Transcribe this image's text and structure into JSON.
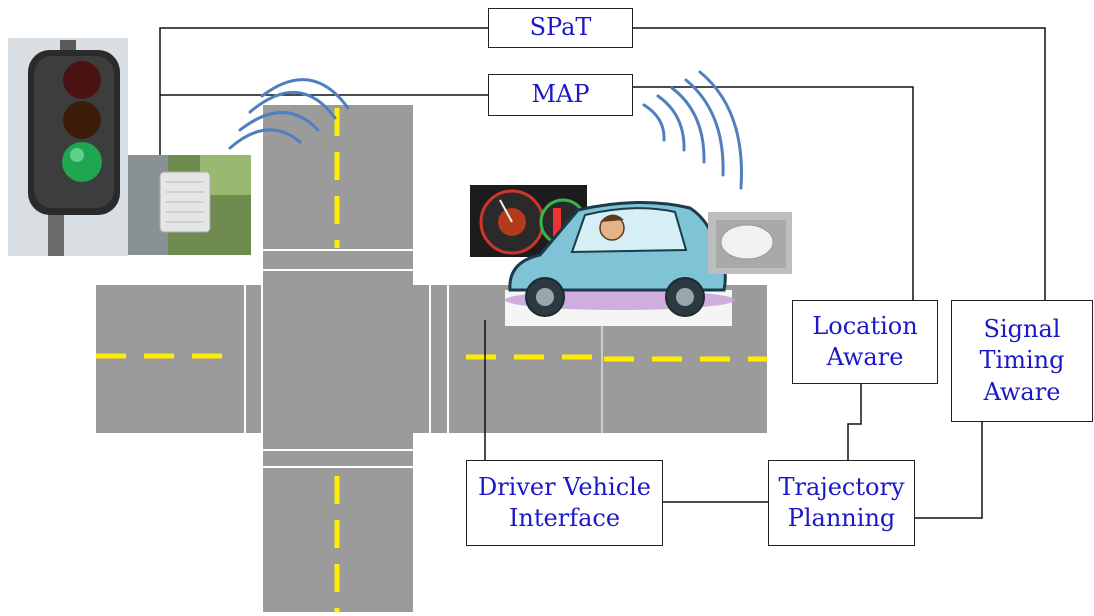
{
  "boxes": {
    "spat": "SPaT",
    "map": "MAP",
    "location_line1": "Location",
    "location_line2": "Aware",
    "signal_line1": "Signal",
    "signal_line2": "Timing",
    "signal_line3": "Aware",
    "dvi_line1": "Driver Vehicle",
    "dvi_line2": "Interface",
    "trajectory_line1": "Trajectory",
    "trajectory_line2": "Planning"
  },
  "colors": {
    "road": "#9b9b9b",
    "lane_marking": "#ffee00",
    "wave": "#4f7fc0",
    "box_text": "#1a18c8",
    "car_body": "#7ec3d6",
    "signal_green": "#1fa650"
  },
  "icons": [
    "traffic-signal-icon",
    "roadside-unit-icon",
    "dashboard-display-icon",
    "car-driver-icon",
    "gps-device-icon",
    "wireless-wave-icon"
  ]
}
